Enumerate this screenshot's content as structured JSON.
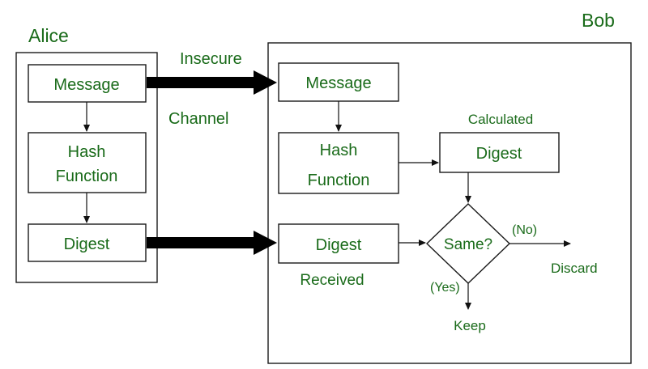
{
  "parties": {
    "alice": "Alice",
    "bob": "Bob"
  },
  "channel": {
    "line1": "Insecure",
    "line2": "Channel"
  },
  "alice_side": {
    "message": "Message",
    "hash_line1": "Hash",
    "hash_line2": "Function",
    "digest": "Digest"
  },
  "bob_side": {
    "message": "Message",
    "hash_line1": "Hash",
    "hash_line2": "Function",
    "calculated_label": "Calculated",
    "calculated_digest": "Digest",
    "received_digest": "Digest",
    "received_label": "Received",
    "decision": "Same?",
    "no_label": "(No)",
    "yes_label": "(Yes)",
    "discard": "Discard",
    "keep": "Keep"
  },
  "colors": {
    "text": "#1a6b1a",
    "stroke": "#1a1a1a",
    "arrow": "#000000"
  }
}
